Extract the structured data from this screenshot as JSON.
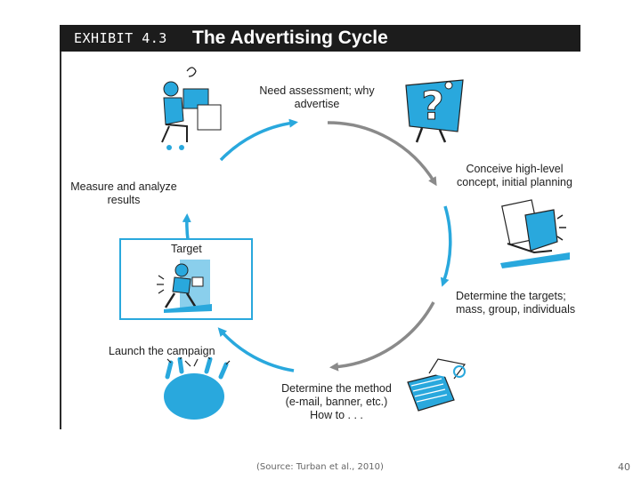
{
  "header": {
    "exhibit_label": "EXHIBIT 4.3",
    "title": "The Advertising Cycle"
  },
  "cycle": {
    "steps": [
      {
        "id": "need",
        "label": "Need assessment; why\nadvertise",
        "icon": "question-mark-figure-icon"
      },
      {
        "id": "concept",
        "label": "Conceive high-level\nconcept, initial planning",
        "icon": "reading-person-icon"
      },
      {
        "id": "targets",
        "label": "Determine the targets;\nmass, group, individuals",
        "icon": null
      },
      {
        "id": "method",
        "label": "Determine the method\n(e-mail, banner, etc.)\nHow to . . .",
        "icon": "laptop-email-icon"
      },
      {
        "id": "launch",
        "label": "Launch the campaign",
        "icon": "cheering-crowd-icon"
      },
      {
        "id": "measure",
        "label": "Measure and analyze\nresults",
        "icon": "person-at-computer-icon"
      }
    ],
    "target_box": {
      "label": "Target",
      "icon": "running-person-target-icon"
    }
  },
  "colors": {
    "accent": "#29a8dd",
    "arrow_blue": "#29a8dd",
    "arrow_gray": "#8a8a8a",
    "header_bg": "#1c1c1c"
  },
  "footer": {
    "source": "(Source: Turban et al., 2010)",
    "page_number": "40"
  }
}
